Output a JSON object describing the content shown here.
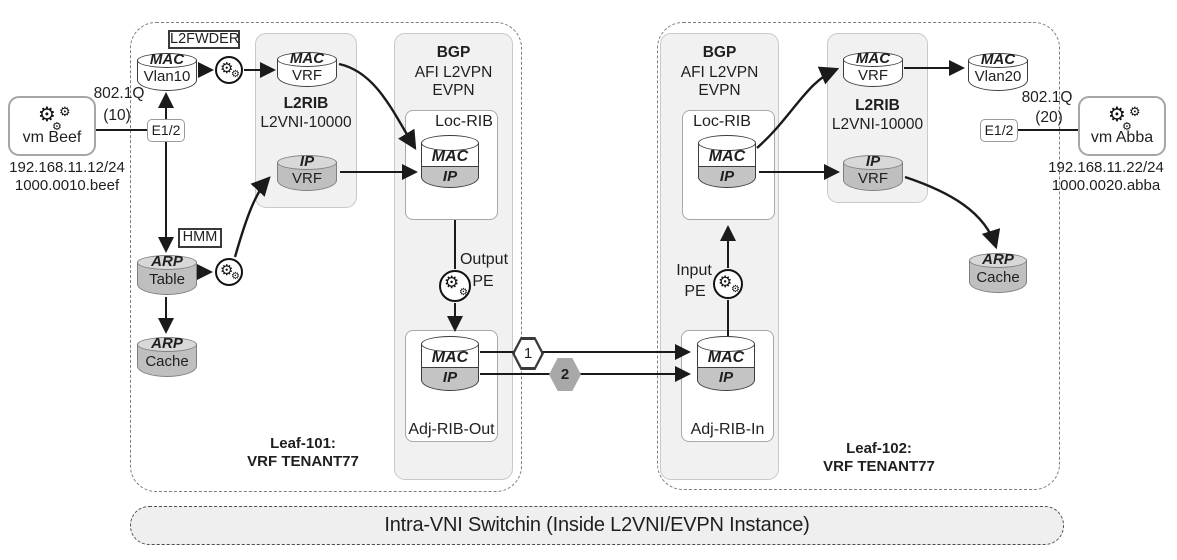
{
  "colors": {
    "cylinder_gray": "#bfbfbf",
    "panel_gray": "#f1f1f1",
    "hex_filled": "#a8a8a8",
    "line": "#1a1a1a"
  },
  "markers": {
    "one": "1",
    "two": "2"
  },
  "footer": {
    "label": "Intra-VNI Switchin (Inside L2VNI/EVPN Instance)"
  },
  "hosts": {
    "beef": {
      "name": "vm Beef",
      "ip": "192.168.11.12/24",
      "mac": "1000.0010.beef",
      "encap": "802.1Q",
      "vlan_tag": "(10)",
      "port": "E1/2"
    },
    "abba": {
      "name": "vm Abba",
      "ip": "192.168.11.22/24",
      "mac": "1000.0020.abba",
      "encap": "802.1Q",
      "vlan_tag": "(20)",
      "port": "E1/2"
    }
  },
  "leaf101": {
    "l2fwder_label": "L2FWDER",
    "hmm_label": "HMM",
    "mac_vlan": {
      "line1": "MAC",
      "line2": "Vlan10"
    },
    "mac_vrf": {
      "line1": "MAC",
      "line2": "VRF"
    },
    "ip_vrf": {
      "line1": "IP",
      "line2": "VRF"
    },
    "l2rib": {
      "title": "L2RIB",
      "subtitle": "L2VNI-10000"
    },
    "bgp": {
      "title": "BGP",
      "subtitle": "AFI L2VPN EVPN"
    },
    "loc_rib": {
      "title": "Loc-RIB",
      "mac": "MAC",
      "ip": "IP"
    },
    "output_pe": {
      "line1": "Output",
      "line2": "PE"
    },
    "adj_rib": {
      "title": "Adj-RIB-Out",
      "mac": "MAC",
      "ip": "IP"
    },
    "arp_table": {
      "line1": "ARP",
      "line2": "Table"
    },
    "arp_cache": {
      "line1": "ARP",
      "line2": "Cache"
    },
    "name": "Leaf-101:",
    "vrf": "VRF TENANT77"
  },
  "leaf102": {
    "bgp": {
      "title": "BGP",
      "subtitle": "AFI L2VPN EVPN"
    },
    "loc_rib": {
      "title": "Loc-RIB",
      "mac": "MAC",
      "ip": "IP"
    },
    "input_pe": {
      "line1": "Input",
      "line2": "PE"
    },
    "adj_rib": {
      "title": "Adj-RIB-In",
      "mac": "MAC",
      "ip": "IP"
    },
    "l2rib": {
      "title": "L2RIB",
      "subtitle": "L2VNI-10000"
    },
    "mac_vrf": {
      "line1": "MAC",
      "line2": "VRF"
    },
    "ip_vrf": {
      "line1": "IP",
      "line2": "VRF"
    },
    "mac_vlan": {
      "line1": "MAC",
      "line2": "Vlan20"
    },
    "arp_cache": {
      "line1": "ARP",
      "line2": "Cache"
    },
    "name": "Leaf-102:",
    "vrf": "VRF TENANT77"
  }
}
